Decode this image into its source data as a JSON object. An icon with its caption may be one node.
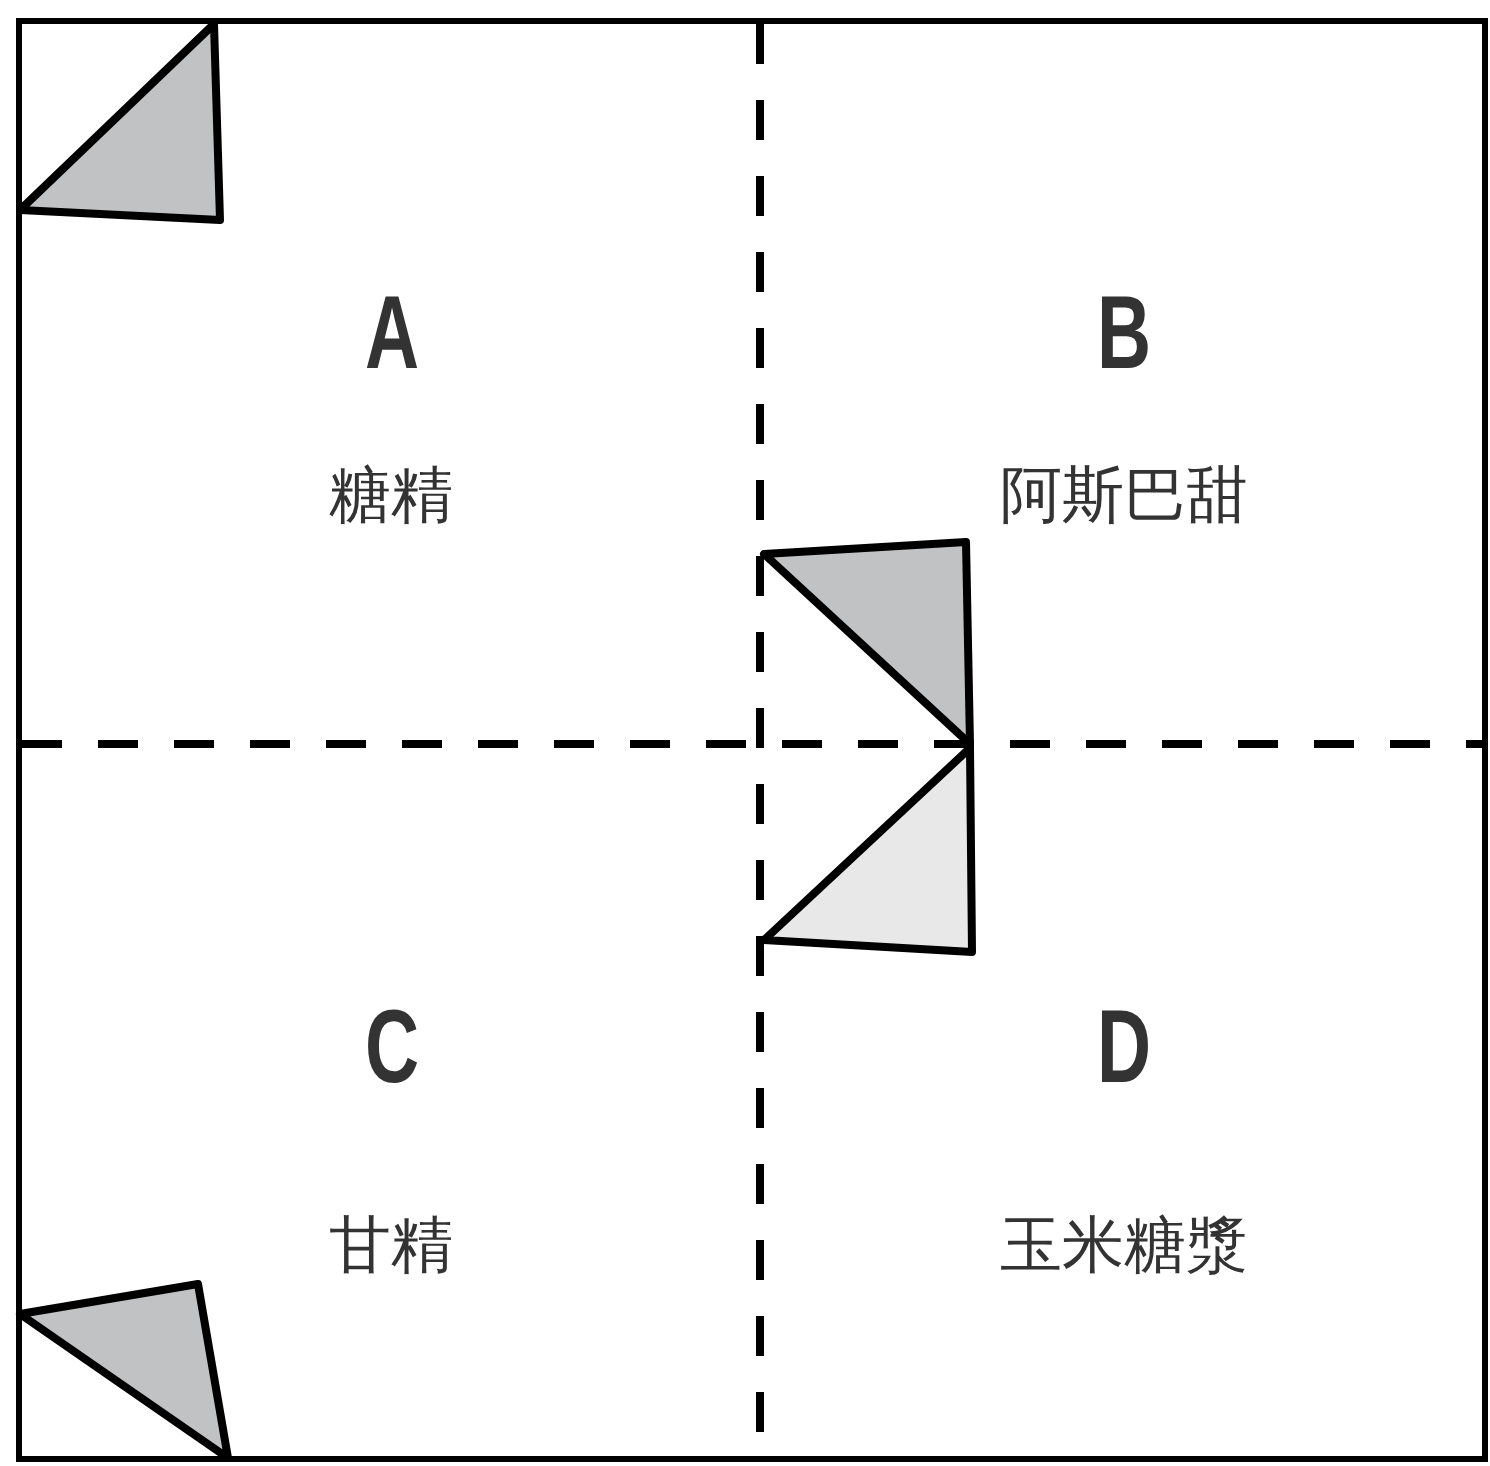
{
  "diagram": {
    "nodes": [
      {
        "text": [
          "A",
          "糖精"
        ]
      },
      {
        "text": [
          "B",
          "阿斯巴甜"
        ]
      },
      {
        "text": [
          "C",
          "甘精"
        ]
      },
      {
        "text": [
          "D",
          "玉米糖漿"
        ]
      },
      {
        "text": [],
        "shape": "triangle"
      },
      {
        "text": [],
        "shape": "triangle"
      },
      {
        "text": [],
        "shape": "triangle"
      },
      {
        "text": [],
        "shape": "triangle"
      }
    ]
  }
}
